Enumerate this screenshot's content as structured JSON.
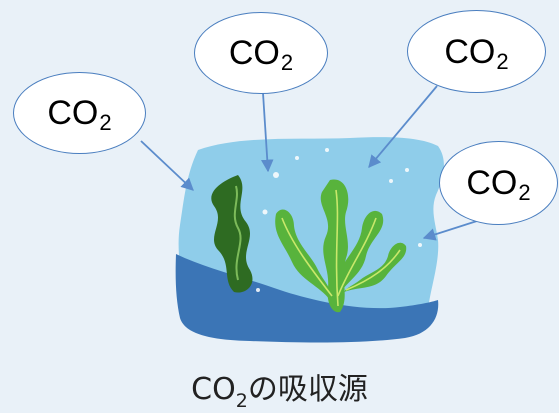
{
  "bubbles": [
    {
      "main": "CO",
      "sub": "2"
    },
    {
      "main": "CO",
      "sub": "2"
    },
    {
      "main": "CO",
      "sub": "2"
    },
    {
      "main": "CO",
      "sub": "2"
    }
  ],
  "caption": {
    "main": "CO",
    "sub": "2",
    "rest": "の吸収源"
  },
  "colors": {
    "background": "#e9f1f8",
    "water": "#8fcdea",
    "seabed": "#3b75b6",
    "bubble_border": "#4a7ebf",
    "arrow": "#5b8ccc",
    "seaweed_dark": "#2e6b22",
    "seaweed_light": "#58b33c"
  }
}
